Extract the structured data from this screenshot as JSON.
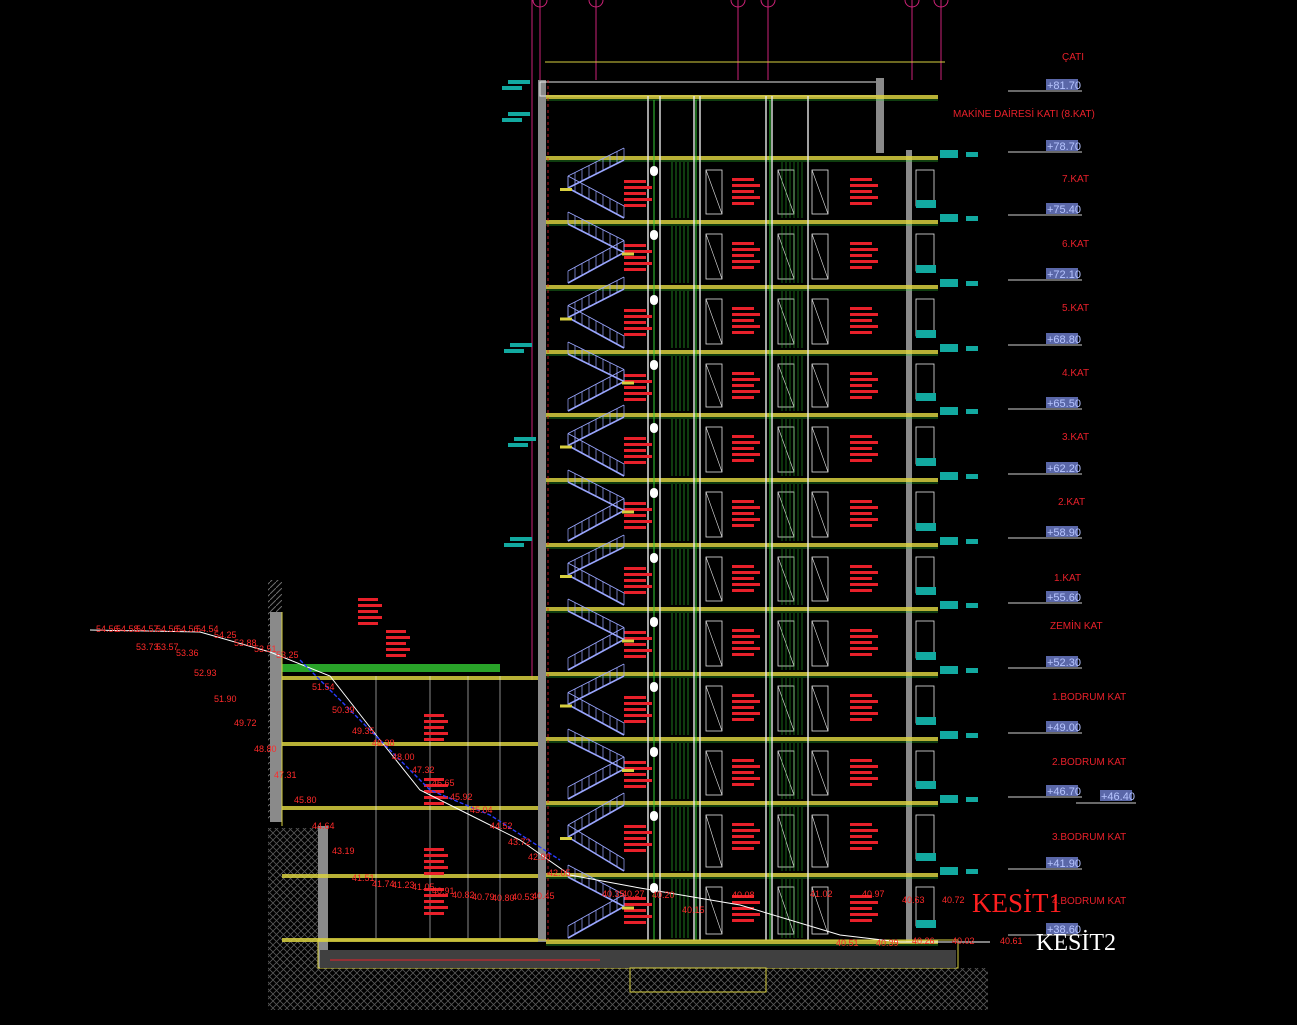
{
  "titles": {
    "section1": "KESİT1",
    "section2": "KESİT2"
  },
  "levels": [
    {
      "name": "ÇATI",
      "value": "+81.70"
    },
    {
      "name": "MAKİNE DAİRESİ KATI (8.KAT)",
      "value": "+78.70"
    },
    {
      "name": "7.KAT",
      "value": "+75.40"
    },
    {
      "name": "6.KAT",
      "value": "+72.10"
    },
    {
      "name": "5.KAT",
      "value": "+68.80"
    },
    {
      "name": "4.KAT",
      "value": "+65.50"
    },
    {
      "name": "3.KAT",
      "value": "+62.20"
    },
    {
      "name": "2.KAT",
      "value": "+58.90"
    },
    {
      "name": "1.KAT",
      "value": "+55.60"
    },
    {
      "name": "ZEMİN KAT",
      "value": "+52.30"
    },
    {
      "name": "1.BODRUM KAT",
      "value": "+49.00"
    },
    {
      "name": "2.BODRUM KAT",
      "value": "+46.70"
    },
    {
      "name": "3.BODRUM KAT",
      "value": "+41.90"
    },
    {
      "name": "4.BODRUM KAT",
      "value": "+38.60"
    }
  ],
  "extra_level": {
    "value": "+46.40"
  },
  "spot_elevations": [
    "54.56",
    "54.58",
    "54.57",
    "54.56",
    "54.56",
    "54.54",
    "54.25",
    "53.88",
    "53.51",
    "53.25",
    "53.73",
    "53.57",
    "53.36",
    "52.93",
    "51.90",
    "49.72",
    "48.80",
    "47.31",
    "45.80",
    "44.64",
    "43.19",
    "51.54",
    "50.39",
    "49.35",
    "48.38",
    "48.00",
    "47.32",
    "46.65",
    "45.92",
    "45.04",
    "44.52",
    "43.72",
    "42.90",
    "42.05",
    "41.51",
    "41.74",
    "41.23",
    "41.05",
    "40.91",
    "40.82",
    "40.79",
    "40.80",
    "40.53",
    "40.45",
    "40.35",
    "40.27",
    "40.20",
    "40.15",
    "40.08",
    "41.02",
    "40.97",
    "40.63",
    "40.72",
    "40.51",
    "40.39",
    "40.26",
    "40.02",
    "40.61"
  ],
  "colors": {
    "background": "#000000",
    "annotation_red": "#e8202a",
    "concrete_grey": "#8a8a8a",
    "slab_yellow": "#d8d040",
    "stair_blue": "#9aa6ff",
    "wall_white": "#e6e6e6",
    "elevator_green": "#33cc33",
    "grid_magenta": "#cc2277",
    "window_teal": "#12a9a0"
  }
}
